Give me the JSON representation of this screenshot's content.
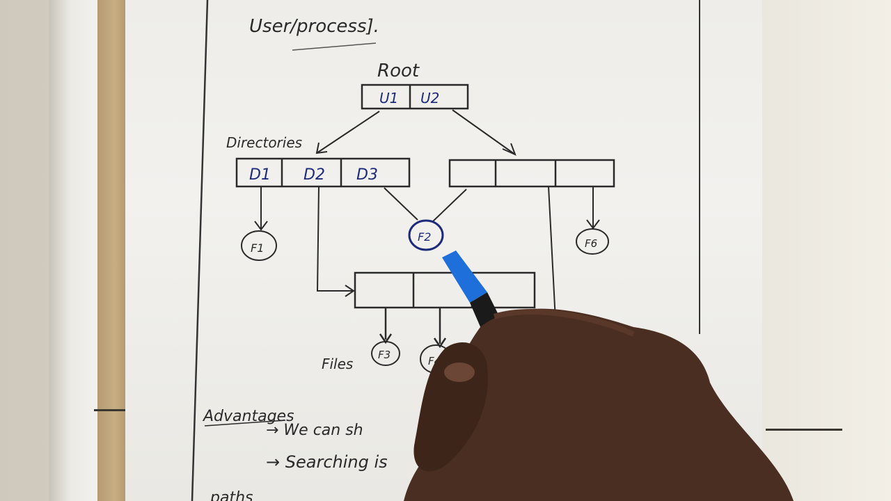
{
  "header_note": "User/process].",
  "diagram": {
    "root_label": "Root",
    "root_cells": [
      "U1",
      "U2"
    ],
    "directories_label": "Directories",
    "left_dir_cells": [
      "D1",
      "D2",
      "D3"
    ],
    "file_labels": [
      "F1",
      "F2",
      "F6",
      "F3",
      "F4"
    ],
    "files_label": "Files"
  },
  "advantages": {
    "heading": "Advantages",
    "items": [
      "→ We can     sh",
      "→ Searching  is"
    ],
    "footer_fragment": "paths"
  },
  "colors": {
    "pencil": "#2a2a2a",
    "ink_blue": "#1d2a7a",
    "pen_blue": "#1e6fd9",
    "skin": "#4a2e22"
  }
}
